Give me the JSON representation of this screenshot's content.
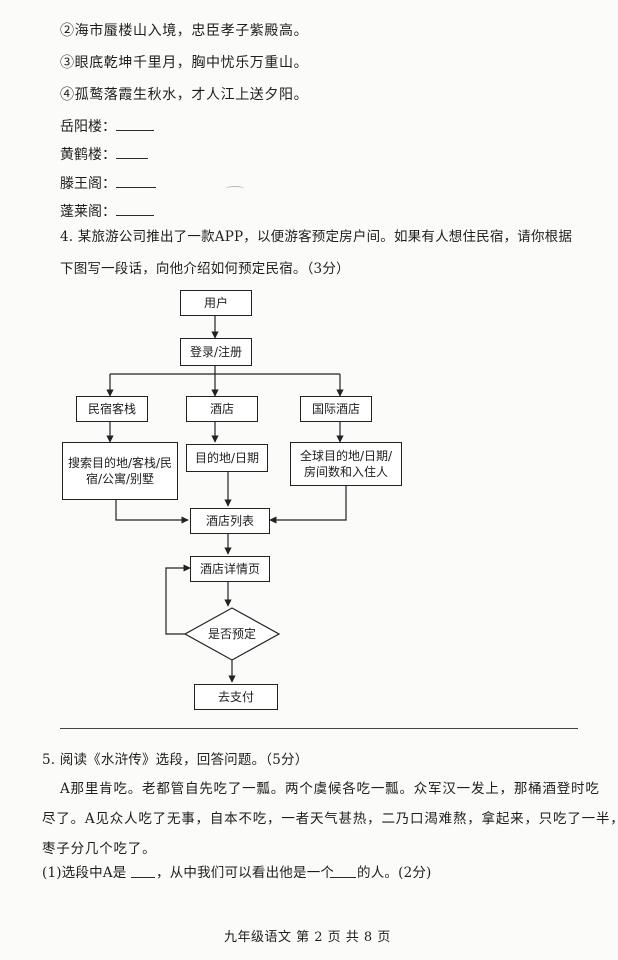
{
  "poems": [
    "②海市蜃楼山入境，忠臣孝子紫殿高。",
    "③眼底乾坤千里月，胸中忧乐万重山。",
    "④孤鹜落霞生秋水，才人江上送夕阳。"
  ],
  "towers": [
    {
      "label": "岳阳楼："
    },
    {
      "label": "黄鹤楼："
    },
    {
      "label": "滕王阁："
    },
    {
      "label": "蓬莱阁："
    }
  ],
  "question4": {
    "line1": "4.  某旅游公司推出了一款APP，以便游客预定房户间。如果有人想住民宿，请你根据",
    "line2": "下图写一段话，向他介绍如何预定民宿。（3分）"
  },
  "flowchart": {
    "user": "用户",
    "login": "登录/注册",
    "homestay": "民宿客栈",
    "hotel": "酒店",
    "intl_hotel": "国际酒店",
    "search_homestay": "搜索目的地/客栈/民宿/公寓/别墅",
    "dest_date": "目的地/日期",
    "global_search": "全球目的地/日期/房间数和入住人",
    "hotel_list": "酒店列表",
    "hotel_detail": "酒店详情页",
    "decision": "是否预定",
    "pay": "去支付"
  },
  "question5": {
    "title": "5. 阅读《水浒传》选段，回答问题。（5分）",
    "para1": "A那里肯吃。老都管自先吃了一瓢。两个虞候各吃一瓢。众军汉一发上，那桶酒登时吃",
    "para2": "尽了。A见众人吃了无事，自本不吃，一者天气甚热，二乃口渴难熬，拿起来，只吃了一半，",
    "para3": "枣子分几个吃了。",
    "sub1_a": "(1)选段中A是",
    "sub1_b": "，从中我们可以看出他是一个",
    "sub1_c": "的人。(2分)"
  },
  "footer": "九年级语文 第 2 页 共 8 页"
}
